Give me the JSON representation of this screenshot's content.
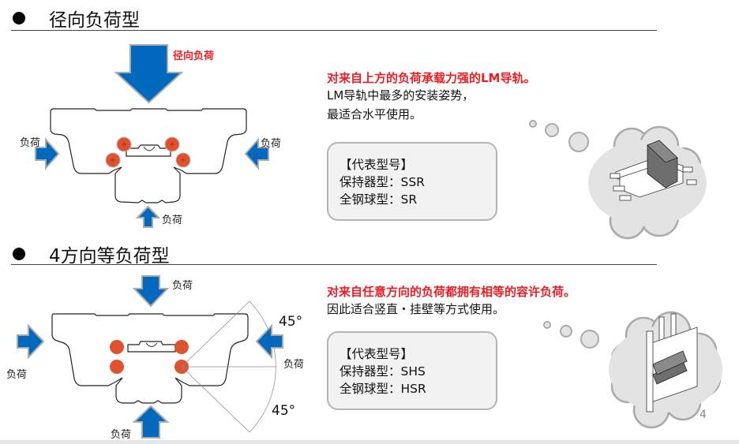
{
  "sections": [
    {
      "title": "径向负荷型",
      "headline": "对来自上方的负荷承载力强的LM导轨。",
      "description": [
        "LM导轨中最多的安装姿势，",
        "最适合水平使用。"
      ],
      "models": {
        "heading": "【代表型号】",
        "lines": [
          "保持器型：SSR",
          "全钢球型：SR"
        ]
      },
      "diagram": {
        "main_label": "径向负荷",
        "load_labels": {
          "left": "负荷",
          "right": "负荷",
          "bottom": "负荷"
        }
      },
      "illustration": "horizontal-mount"
    },
    {
      "title": "4方向等负荷型",
      "headline": "对来自任意方向的负荷都拥有相等的容许负荷。",
      "description": [
        "因此适合竖直・挂壁等方式使用。"
      ],
      "models": {
        "heading": "【代表型号】",
        "lines": [
          "保持器型：SHS",
          "全钢球型：HSR"
        ]
      },
      "diagram": {
        "load_labels": {
          "top": "负荷",
          "left": "负荷",
          "right": "负荷",
          "bottom": "负荷"
        },
        "angles": {
          "upper": "45°",
          "lower": "45°"
        }
      },
      "illustration": "vertical-mount"
    }
  ],
  "page_number": "4",
  "colors": {
    "accent_red": "#ee1c23",
    "arrow_blue": "#0066bb",
    "ball_orange": "#e0522e",
    "cloud_gray": "#e3e3e3"
  }
}
